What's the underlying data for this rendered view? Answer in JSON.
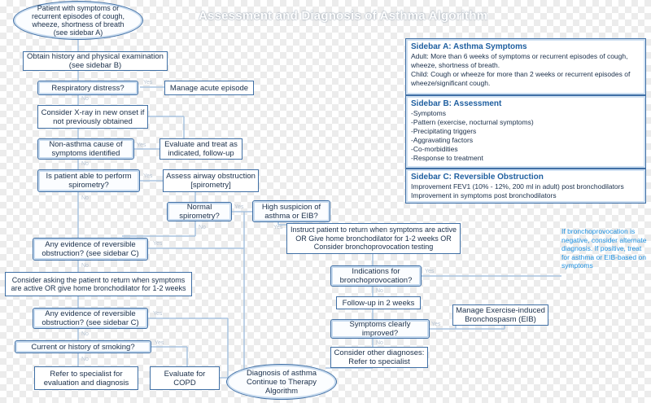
{
  "title": "Assessment and Diagnosis of Asthma Algorithm",
  "nodes": {
    "start": "Patient with symptoms or recurrent episodes of cough, wheeze, shortness of breath (see sidebar A)",
    "history": "Obtain history and physical examination (see sidebar B)",
    "resp_distress": "Respiratory distress?",
    "manage_acute": "Manage acute episode",
    "xray": "Consider X-ray in new onset if not previously obtained",
    "non_asthma": "Non-asthma cause of symptoms identified",
    "evaluate_treat": "Evaluate and treat as indicated, follow-up",
    "spirometry_q": "Is patient able to perform spirometry?",
    "assess_airway": "Assess airway obstruction [spirometry]",
    "normal_spiro": "Normal spirometry?",
    "high_suspicion": "High suspicion of asthma or EIB?",
    "reversible_1": "Any evidence of reversible obstruction? (see sidebar C)",
    "instruct_return": "Instruct patient to return when symptoms are active OR Give home bronchodilator for 1-2 weeks OR Consider bronchoprovocation testing",
    "consider_asking": "Consider asking the patient to return when symptoms are active OR give home bronchodilator for 1-2 weeks",
    "indications_bp": "Indications for bronchoprovocation?",
    "followup_2w": "Follow-up in 2 weeks",
    "manage_eib": "Manage Exercise-induced Bronchospasm (EIB)",
    "reversible_2": "Any evidence of reversible obstruction? (see sidebar C)",
    "symptoms_improved": "Symptoms clearly improved?",
    "smoking": "Current or history of smoking?",
    "other_diagnoses": "Consider other diagnoses: Refer to specialist",
    "refer_specialist": "Refer to specialist for evaluation and diagnosis",
    "evaluate_copd": "Evaluate for COPD",
    "diagnosis_asthma": "Diagnosis of asthma Continue to Therapy Algorithm"
  },
  "sidebars": {
    "a": {
      "title": "Sidebar A: Asthma Symptoms",
      "lines": [
        "Adult: More than 6 weeks of symptoms or recurrent episodes of cough, wheeze, shortness of breath.",
        "Child: Cough or wheeze for more than 2 weeks or recurrent episodes of wheeze/significant cough."
      ]
    },
    "b": {
      "title": "Sidebar B: Assessment",
      "lines": [
        "-Symptoms",
        "-Pattern (exercise, nocturnal symptoms)",
        "-Precipitating triggers",
        "-Aggravating factors",
        "-Co-morbidities",
        "-Response to treatment"
      ]
    },
    "c": {
      "title": "Sidebar C: Reversible Obstruction",
      "lines": [
        "Improvement FEV1 (10% - 12%, 200 ml in adult) post bronchodilators",
        "Improvement in symptoms post bronchodilators"
      ]
    }
  },
  "note": "If bronchoprovocation is negative, consider alternate diagnosis. If positive, treat for asthma or EIB-based on symptoms",
  "branch_labels": {
    "yes": "Yes",
    "no": "No"
  },
  "colors": {
    "box_border": "#3f6fa5",
    "box_inner": "#c8dbef",
    "connector": "#a9c4e0",
    "title_shadow": "#9aa6b3",
    "note_text": "#1e90e0",
    "sidebar_title": "#1f5fa0"
  }
}
